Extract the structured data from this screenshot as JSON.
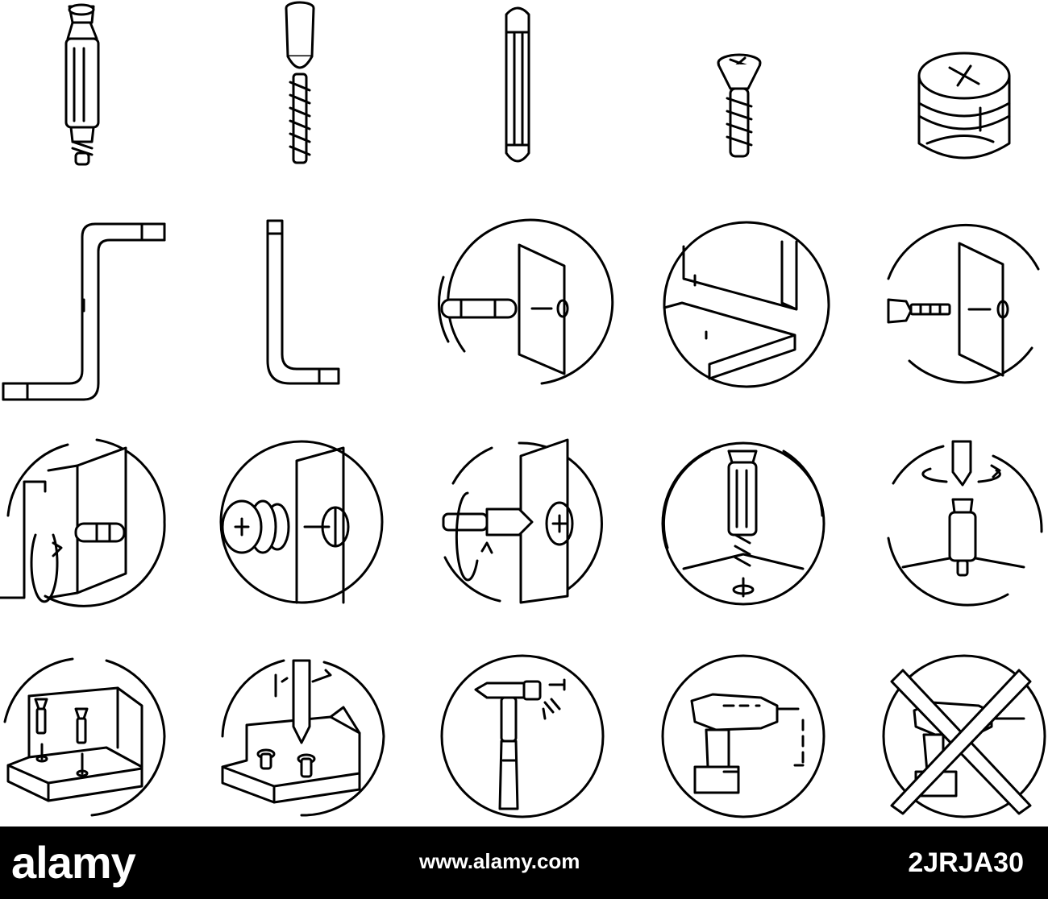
{
  "watermark": {
    "logo": "alamy",
    "image_id": "2JRJA30",
    "url": "www.alamy.com"
  },
  "icons": [
    "double-end-dowel-screw-icon",
    "confirmat-screw-icon",
    "wooden-dowel-icon",
    "countersunk-screw-icon",
    "cam-lock-nut-icon",
    "z-hex-key-icon",
    "l-hex-key-icon",
    "dowel-into-panel-icon",
    "shelf-panel-joint-icon",
    "screw-into-panel-icon",
    "hex-key-turn-icon",
    "cam-lock-insert-icon",
    "screwdriver-turn-icon",
    "screw-into-base-icon",
    "screwdriver-on-bolt-icon",
    "corner-bracket-screws-icon",
    "screwdriver-bracket-icon",
    "hammer-icon",
    "cordless-drill-icon",
    "no-drill-icon"
  ]
}
